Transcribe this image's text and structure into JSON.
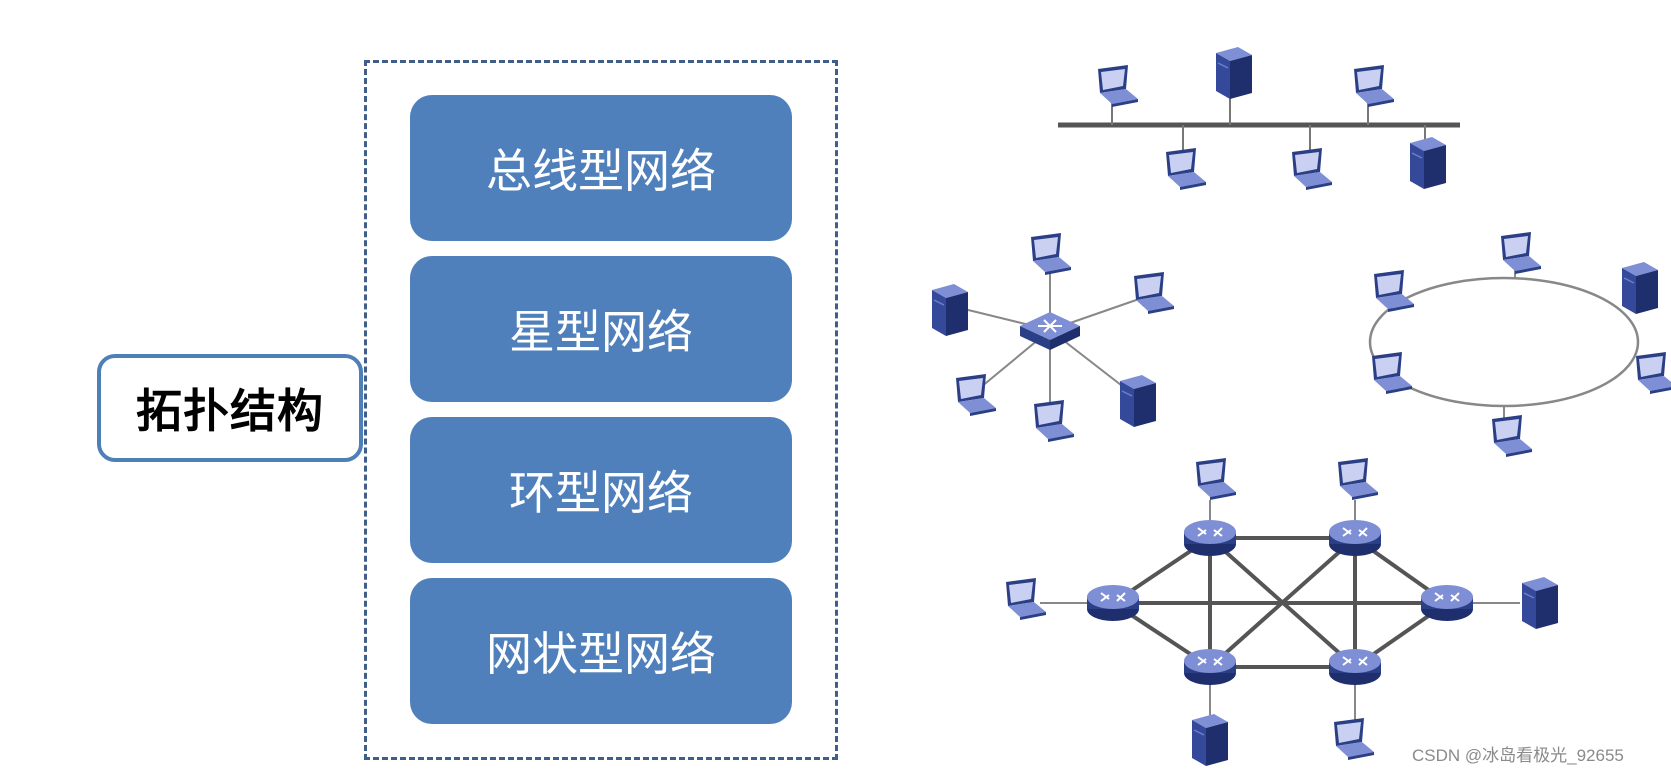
{
  "root_label": "拓扑结构",
  "categories": [
    {
      "label": "总线型网络"
    },
    {
      "label": "星型网络"
    },
    {
      "label": "环型网络"
    },
    {
      "label": "网状型网络"
    }
  ],
  "watermark": "CSDN @冰岛看极光_92655",
  "colors": {
    "box_fill": "#4f80bc",
    "root_border": "#4f7fb8",
    "dash_border": "#3f5f8a",
    "device_dark": "#2b3f86",
    "device_light": "#7f8fd6"
  },
  "icons": [
    "laptop-icon",
    "server-icon",
    "switch-icon",
    "router-icon"
  ]
}
